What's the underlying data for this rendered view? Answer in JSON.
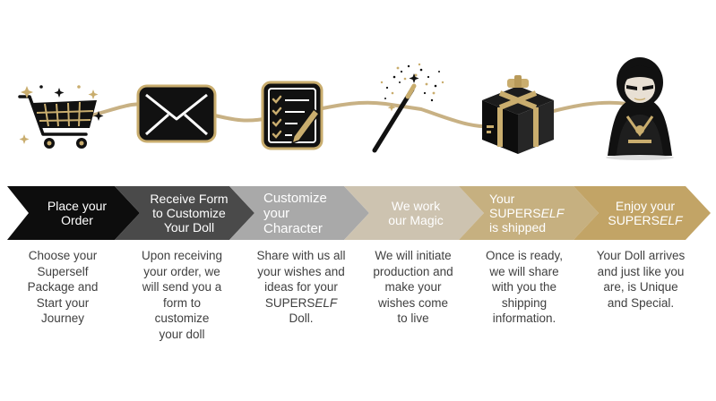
{
  "colors": {
    "step1": "#0d0d0d",
    "step2": "#4a4a4a",
    "step3": "#a9a9a9",
    "step4": "#cdc3b0",
    "step5": "#c6b080",
    "step6": "#c2a466",
    "gold": "#c9ad6e",
    "line": "#c8b184",
    "desc_text": "#404040"
  },
  "steps": [
    {
      "icon": "shopping-cart-icon",
      "title_lines": [
        "Place your",
        "Order"
      ],
      "desc_lines": [
        "Choose your",
        "Superself",
        "Package and",
        "Start your",
        "Journey"
      ]
    },
    {
      "icon": "envelope-icon",
      "title_lines": [
        "Receive Form",
        "to Customize",
        "Your Doll"
      ],
      "desc_lines": [
        "Upon receiving",
        "your order, we",
        "will send you a",
        "form to",
        "customize",
        "your doll"
      ]
    },
    {
      "icon": "checklist-pencil-icon",
      "title_lines": [
        "Customize",
        "your",
        "Character"
      ],
      "desc_lines": [
        "Share with us all",
        "your wishes and",
        "ideas for your",
        "SUPERSELF",
        "Doll."
      ]
    },
    {
      "icon": "magic-wand-icon",
      "title_lines": [
        "We work",
        "our Magic"
      ],
      "desc_lines": [
        "We will initiate",
        "production and",
        "make your",
        "wishes come",
        "to live"
      ]
    },
    {
      "icon": "package-box-icon",
      "title_lines": [
        "Your",
        "SUPERSELF",
        "is shipped"
      ],
      "desc_lines": [
        "Once is ready,",
        "we will share",
        "with you the",
        "shipping",
        "information."
      ]
    },
    {
      "icon": "superhero-doll-icon",
      "title_lines": [
        "Enjoy your",
        "SUPERSELF"
      ],
      "desc_lines": [
        "Your Doll arrives",
        "and just like you",
        "are, is Unique",
        "and Special."
      ]
    }
  ]
}
